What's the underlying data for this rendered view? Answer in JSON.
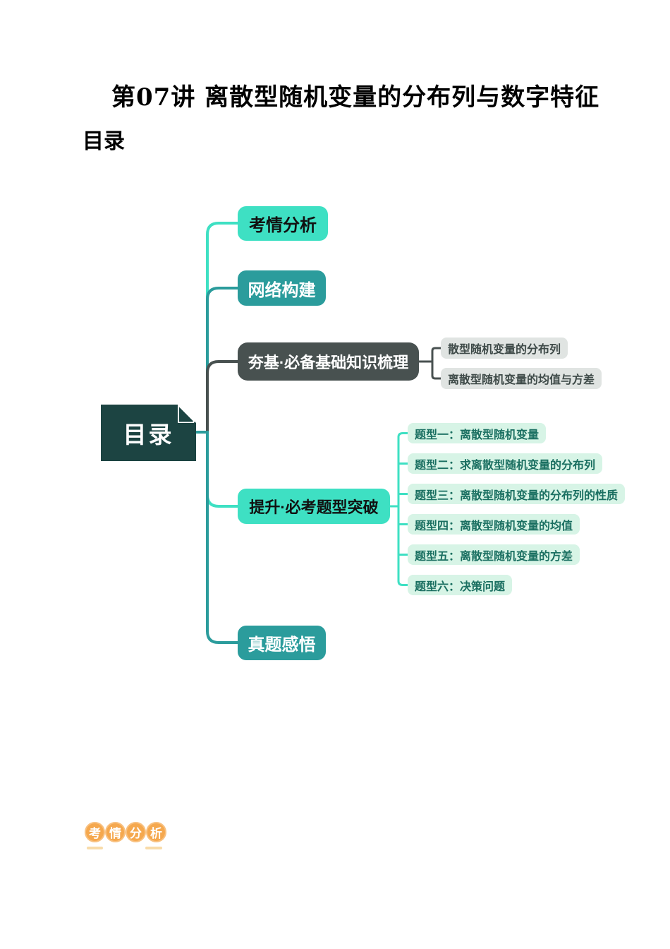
{
  "page": {
    "title": "第07讲 离散型随机变量的分布列与数字特征",
    "toc_heading": "目录"
  },
  "mindmap": {
    "root": {
      "label": "目录",
      "color": "#1C4442"
    },
    "branches": [
      {
        "label": "考情分析",
        "color": "#3EE0C3"
      },
      {
        "label": "网络构建",
        "color": "#2B9C9C"
      },
      {
        "label": "夯基·必备基础知识梳理",
        "color": "#485150",
        "children": [
          {
            "label": "散型随机变量的分布列"
          },
          {
            "label": "离散型随机变量的均值与方差"
          }
        ]
      },
      {
        "label": "提升·必考题型突破",
        "color": "#3EE0C3",
        "children": [
          {
            "label": "题型一：离散型随机变量"
          },
          {
            "label": "题型二：求离散型随机变量的分布列"
          },
          {
            "label": "题型三：离散型随机变量的分布列的性质"
          },
          {
            "label": "题型四：离散型随机变量的均值"
          },
          {
            "label": "题型五：离散型随机变量的方差"
          },
          {
            "label": "题型六：决策问题"
          }
        ]
      },
      {
        "label": "真题感悟",
        "color": "#2B9C9C"
      }
    ],
    "sub_item_colors": {
      "gray_bg": "#E0E4E2",
      "gray_text": "#3E4A48",
      "mint_bg": "#D7F4E6",
      "mint_text": "#1A6F61"
    }
  },
  "stamp": {
    "chars": [
      "考",
      "情",
      "分",
      "析"
    ],
    "color": "#F5A84E",
    "underline_color": "#F8DBA9"
  }
}
